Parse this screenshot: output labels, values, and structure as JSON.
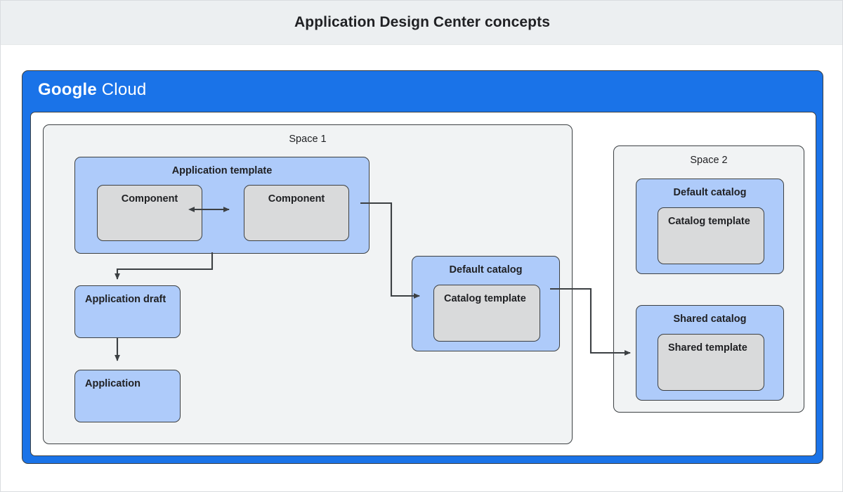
{
  "header": {
    "title": "Application Design Center concepts"
  },
  "cloud_frame": {
    "logo_primary": "Google",
    "logo_secondary": "Cloud"
  },
  "diagram": {
    "type": "architecture-diagram",
    "spaces": [
      {
        "id": "space-1",
        "label": "Space 1",
        "nodes": [
          {
            "id": "application-template",
            "label": "Application template",
            "kind": "blue-container",
            "children": [
              {
                "id": "component-left",
                "label": "Component",
                "kind": "gray-node"
              },
              {
                "id": "component-right",
                "label": "Component",
                "kind": "gray-node"
              }
            ]
          },
          {
            "id": "application-draft",
            "label": "Application draft",
            "kind": "blue-node"
          },
          {
            "id": "application",
            "label": "Application",
            "kind": "blue-node"
          },
          {
            "id": "default-catalog-space1",
            "label": "Default catalog",
            "kind": "blue-container",
            "children": [
              {
                "id": "catalog-template-space1",
                "label": "Catalog template",
                "kind": "gray-node"
              }
            ]
          }
        ]
      },
      {
        "id": "space-2",
        "label": "Space 2",
        "nodes": [
          {
            "id": "default-catalog-space2",
            "label": "Default catalog",
            "kind": "blue-container",
            "children": [
              {
                "id": "catalog-template-space2",
                "label": "Catalog template",
                "kind": "gray-node"
              }
            ]
          },
          {
            "id": "shared-catalog-space2",
            "label": "Shared catalog",
            "kind": "blue-container",
            "children": [
              {
                "id": "shared-template-space2",
                "label": "Shared template",
                "kind": "gray-node"
              }
            ]
          }
        ]
      }
    ],
    "edges": [
      {
        "from": "component-left",
        "to": "component-right",
        "arrows": "both"
      },
      {
        "from": "application-template",
        "to": "application-draft",
        "arrows": "to"
      },
      {
        "from": "application-draft",
        "to": "application",
        "arrows": "to"
      },
      {
        "from": "application-template",
        "to": "catalog-template-space1",
        "arrows": "to"
      },
      {
        "from": "default-catalog-space1",
        "to": "shared-template-space2",
        "arrows": "to"
      }
    ]
  },
  "colors": {
    "brand_blue": "#1a73e8",
    "node_blue": "#aecbfa",
    "node_gray": "#d9dadb",
    "space_gray": "#f1f3f4",
    "stroke": "#3c4043",
    "header_bg": "#eceff1"
  }
}
